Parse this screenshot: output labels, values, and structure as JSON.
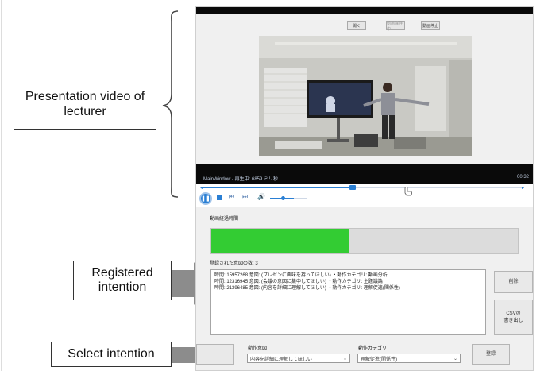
{
  "annotations": {
    "video_label": "Presentation video of lecturer",
    "registered_label": "Registered intention",
    "select_label": "Select intention"
  },
  "top_buttons": [
    "開く",
    "動画保存中",
    "動画停止"
  ],
  "video_status": {
    "title": "MainWindow - 再生中: 6859 ミリ秒",
    "time": "00:32"
  },
  "progress": {
    "label": "動画経過時間",
    "value_fraction": 0.45
  },
  "registered": {
    "count_label": "登録された意図の数: 3",
    "items": [
      "時間: 15957268 意図: (プレゼンに興味を持ってほしい) ・動作カテゴリ: 動画分析",
      "時間: 12316945 意図: (会議の意図に集中してほしい) ・動作カテゴリ: 主題議論",
      "時間: 21396485 意図: (内容を詳細に理解してほしい) ・動作カテゴリ: 理解促進(関係性)"
    ],
    "delete_label": "削除",
    "csv_label_line1": "CSVの",
    "csv_label_line2": "書き出し"
  },
  "controls": {
    "intent_label": "動作意図",
    "intent_value": "内容を詳細に理解してほしい",
    "category_label": "動作カテゴリ",
    "category_value": "理解促進(関係性)",
    "register_label": "登録"
  },
  "colors": {
    "accent_green": "#33cc33",
    "video_bar": "#0a0a0a",
    "seek_blue": "#2a7fd4",
    "arrow_gray": "#8c8c8c"
  }
}
